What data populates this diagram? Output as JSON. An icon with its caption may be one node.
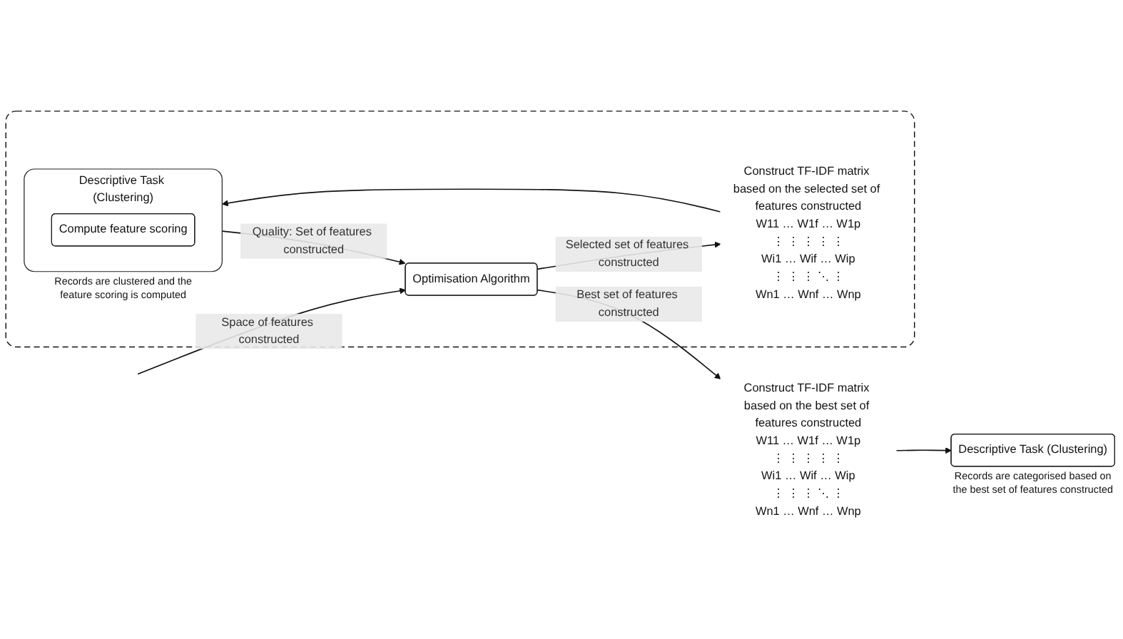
{
  "diagram": {
    "nodes": [
      {
        "text": [
          "Construct TF-IDF matrix based on the best set of features constructed",
          "W11 … W1f … W1p",
          "⋮ ⋮ ⋮ ⋮ ⋮",
          "Wi1 … Wif … Wip",
          "⋮ ⋮ ⋮ ⋱ ⋮",
          "Wn1 … Wnf … Wnp"
        ]
      },
      {
        "text": [
          "Descriptive Task (Clustering)"
        ],
        "beside": [
          "Records are categorised based on the best set of features constructed"
        ]
      },
      {
        "text": [],
        "shape": "box"
      },
      {
        "text": [
          "Optimisation Algorithm"
        ],
        "in": 2
      },
      {
        "text": [
          "Construct TF-IDF matrix based on the selected set of features constructed",
          "W11 … W1f … W1p",
          "⋮ ⋮ ⋮ ⋮ ⋮",
          "Wi1 … Wif … Wip",
          "⋮ ⋮ ⋮ ⋱ ⋮",
          "Wn1 … Wnf … Wnp"
        ],
        "in": 2
      },
      {
        "text": [
          "Descriptive Task (Clustering)"
        ],
        "in": 2,
        "beside": [
          "Records are clustered and the feature scoring is computed"
        ]
      },
      {
        "text": [
          "Compute feature scoring"
        ],
        "in": 5
      }
    ],
    "edges": [
      {
        "from": null,
        "to": 3,
        "arrow": "to",
        "label": "Space of features constructed"
      },
      {
        "from": 3,
        "to": 0,
        "arrow": "to",
        "label": "Best set of features constructed"
      },
      {
        "from": 0,
        "to": 1,
        "arrow": "to"
      },
      {
        "from": 3,
        "to": 4,
        "arrow": "to",
        "label": "Selected set of features constructed"
      },
      {
        "from": 4,
        "to": 5,
        "arrow": "to"
      },
      {
        "from": 5,
        "to": 3,
        "arrow": "to",
        "label": "Quality: Set of features constructed"
      }
    ]
  }
}
